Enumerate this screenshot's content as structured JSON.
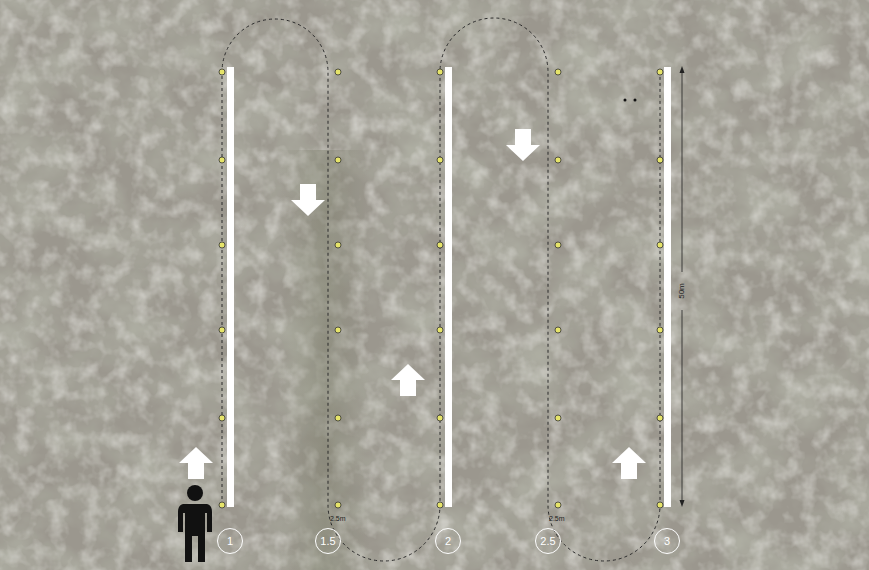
{
  "diagram": {
    "nodes": [
      {
        "text": [
          "1"
        ]
      },
      {
        "text": [
          "1.5"
        ]
      },
      {
        "text": [
          "2"
        ]
      },
      {
        "text": [
          "2.5"
        ]
      },
      {
        "text": [
          "3"
        ]
      }
    ],
    "labels": [
      "2.5m",
      "2.5m",
      "50m"
    ]
  }
}
